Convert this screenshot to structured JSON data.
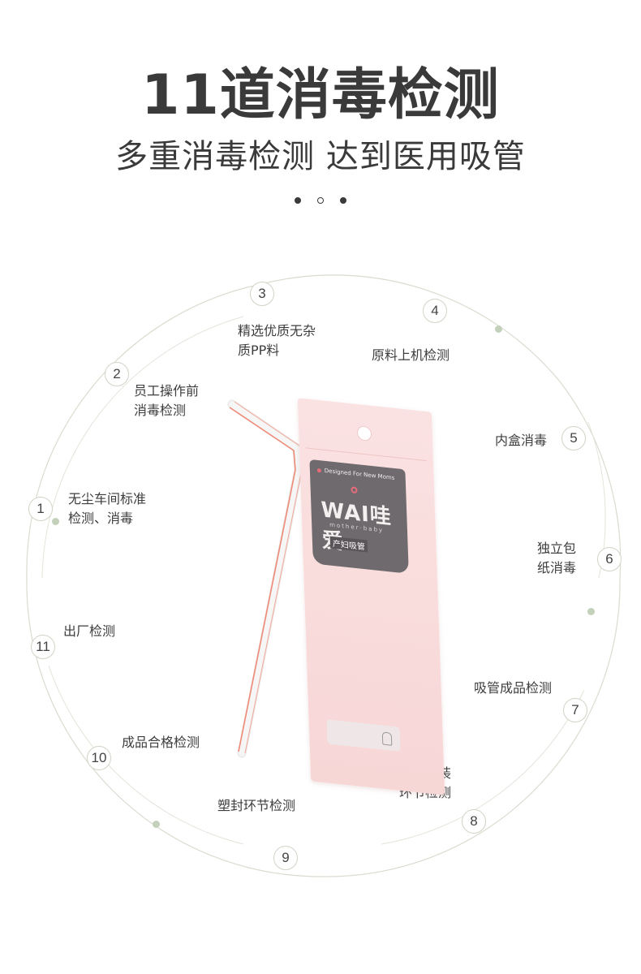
{
  "header": {
    "title": "11道消毒检测",
    "subtitle": "多重消毒检测 达到医用吸管"
  },
  "steps": [
    {
      "num": "1",
      "label": "无尘车间标准\n检测、消毒"
    },
    {
      "num": "2",
      "label": "员工操作前\n消毒检测"
    },
    {
      "num": "3",
      "label": "精选优质无杂\n质PP料"
    },
    {
      "num": "4",
      "label": "原料上机检测"
    },
    {
      "num": "5",
      "label": "内盒消毒"
    },
    {
      "num": "6",
      "label": "独立包\n纸消毒"
    },
    {
      "num": "7",
      "label": "吸管成品检测"
    },
    {
      "num": "8",
      "label": "人工包装\n环节检测"
    },
    {
      "num": "9",
      "label": "塑封环节检测"
    },
    {
      "num": "10",
      "label": "成品合格检测"
    },
    {
      "num": "11",
      "label": "出厂检测"
    }
  ],
  "product": {
    "tag": "Designed For New Moms",
    "logo": "WAI哇爱",
    "logo_sub": "mother·baby",
    "name": "产妇吸管"
  },
  "colors": {
    "ring": "#d9dccf",
    "accent_dot": "#c3d1bb",
    "text": "#3b3b3b",
    "package": "#f7d6d6",
    "straw_stripe": "#ef8b78"
  }
}
